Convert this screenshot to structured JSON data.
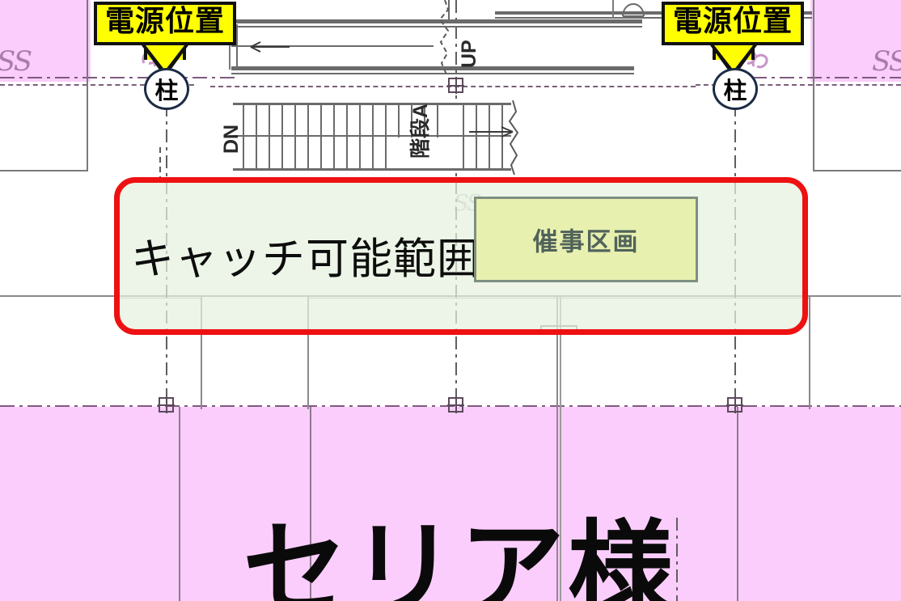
{
  "drawing": {
    "type": "floor-plan",
    "title_text": "",
    "background_color": "#ffffff",
    "tenant_area_color": "#fbcdfc",
    "highlight_fill_color": "#e4f1de",
    "highlight_border_color": "#ee1111",
    "event_zone_fill_color": "#e8f0b0",
    "event_zone_border_color": "#7e8f82",
    "callout_fill_color": "#ffff00"
  },
  "callouts": [
    {
      "label": "電源位置",
      "target": "柱",
      "side": "left"
    },
    {
      "label": "電源位置",
      "target": "柱",
      "side": "right"
    }
  ],
  "pillars": [
    {
      "label": "柱",
      "side": "left"
    },
    {
      "label": "柱",
      "side": "right"
    }
  ],
  "highlight": {
    "label": "キャッチ可能範囲"
  },
  "event_zone": {
    "label": "催事区画"
  },
  "tenant": {
    "name": "セリア様"
  },
  "plan_labels": {
    "stair_down": "DN",
    "stair_up": "UP",
    "stair_name": "階段A",
    "ss_left": "SS",
    "ss_right": "SS",
    "ss_center": "SS"
  }
}
